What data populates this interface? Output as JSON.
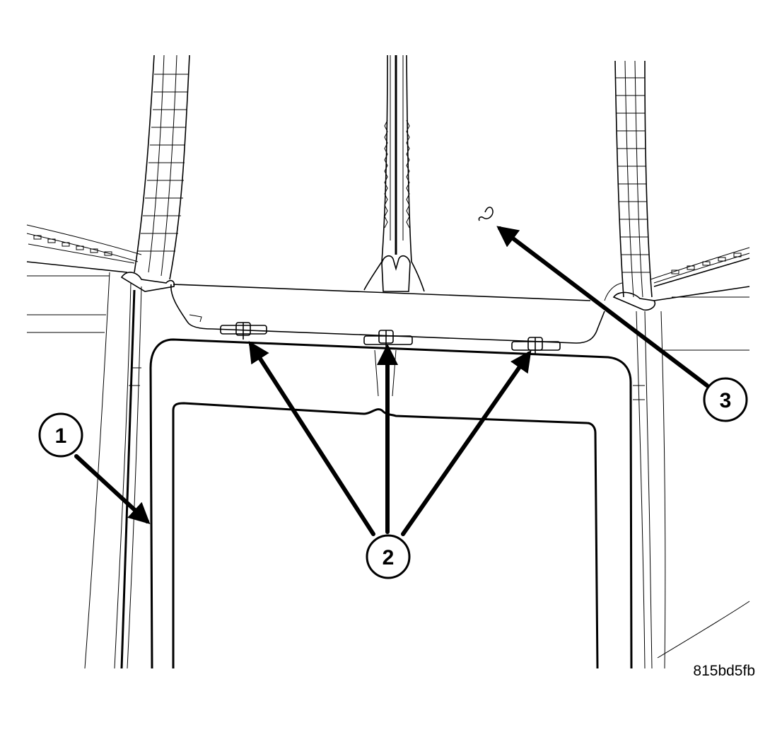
{
  "callouts": [
    {
      "id": "callout-1",
      "label": "1"
    },
    {
      "id": "callout-2",
      "label": "2"
    },
    {
      "id": "callout-3",
      "label": "3"
    }
  ],
  "figure_code": "815bd5fb"
}
